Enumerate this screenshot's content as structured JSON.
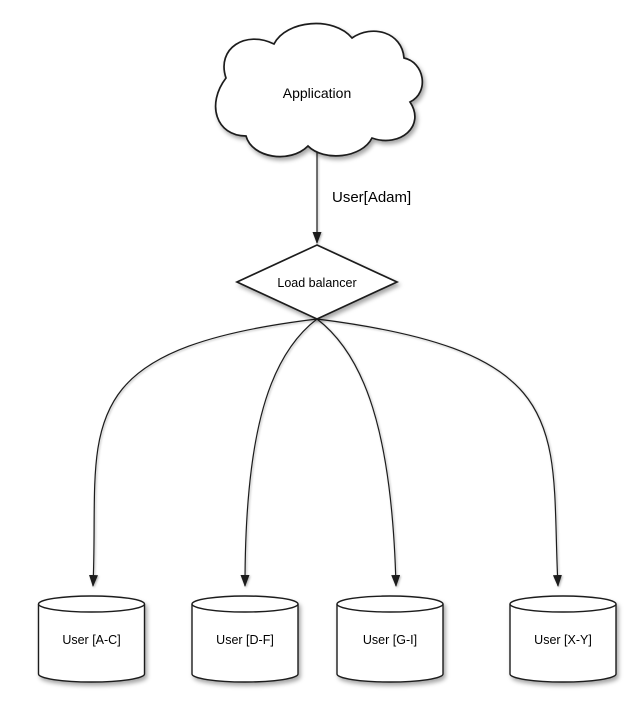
{
  "colors": {
    "background": "#ffffff",
    "shape_fill": "#ffffff",
    "stroke": "#1c1c1c",
    "text": "#000000"
  },
  "diagram": {
    "application": {
      "label": "Application",
      "shape": "cloud"
    },
    "request_edge": {
      "label": "User[Adam]"
    },
    "load_balancer": {
      "label": "Load balancer",
      "shape": "diamond"
    },
    "shards": [
      {
        "label": "User [A-C]",
        "shape": "cylinder"
      },
      {
        "label": "User [D-F]",
        "shape": "cylinder"
      },
      {
        "label": "User [G-I]",
        "shape": "cylinder"
      },
      {
        "label": "User [X-Y]",
        "shape": "cylinder"
      }
    ]
  }
}
